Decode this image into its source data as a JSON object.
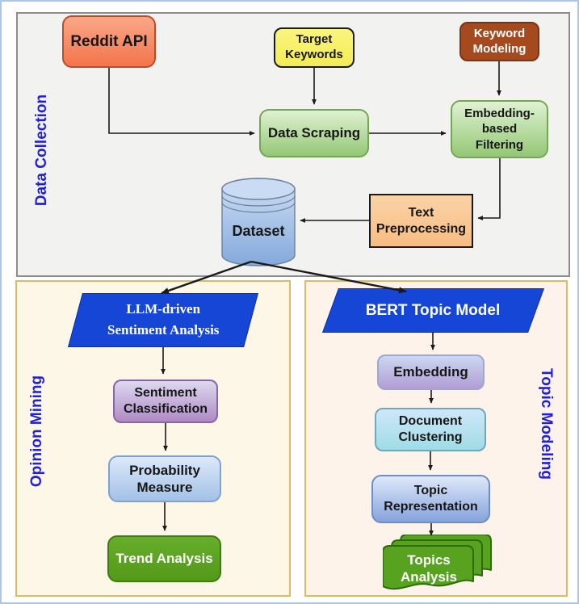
{
  "panels": {
    "data_collection": {
      "label": "Data Collection"
    },
    "opinion_mining": {
      "label": "Opinion Mining"
    },
    "topic_modeling": {
      "label": "Topic Modeling"
    }
  },
  "nodes": {
    "reddit_api": {
      "label": "Reddit API"
    },
    "target_keywords": {
      "label": "Target\nKeywords"
    },
    "keyword_modeling": {
      "label": "Keyword\nModeling"
    },
    "data_scraping": {
      "label": "Data Scraping"
    },
    "embedding_filtering": {
      "label": "Embedding-\nbased\nFiltering"
    },
    "text_preprocessing": {
      "label": "Text\nPreprocessing"
    },
    "dataset": {
      "label": "Dataset"
    },
    "llm_sentiment": {
      "label": "LLM-driven\nSentiment Analysis"
    },
    "sentiment_classification": {
      "label": "Sentiment\nClassification"
    },
    "probability_measure": {
      "label": "Probability\nMeasure"
    },
    "trend_analysis": {
      "label": "Trend Analysis"
    },
    "bert_topic_model": {
      "label": "BERT Topic Model"
    },
    "embedding": {
      "label": "Embedding"
    },
    "document_clustering": {
      "label": "Document\nClustering"
    },
    "topic_representation": {
      "label": "Topic\nRepresentation"
    },
    "topics_analysis": {
      "label": "Topics\nAnalysis"
    }
  },
  "edges": [
    {
      "from": "reddit_api",
      "to": "data_scraping"
    },
    {
      "from": "target_keywords",
      "to": "data_scraping"
    },
    {
      "from": "keyword_modeling",
      "to": "embedding_filtering"
    },
    {
      "from": "data_scraping",
      "to": "embedding_filtering"
    },
    {
      "from": "embedding_filtering",
      "to": "text_preprocessing"
    },
    {
      "from": "text_preprocessing",
      "to": "dataset"
    },
    {
      "from": "dataset",
      "to": "llm_sentiment"
    },
    {
      "from": "dataset",
      "to": "bert_topic_model"
    },
    {
      "from": "llm_sentiment",
      "to": "sentiment_classification"
    },
    {
      "from": "sentiment_classification",
      "to": "probability_measure"
    },
    {
      "from": "probability_measure",
      "to": "trend_analysis"
    },
    {
      "from": "bert_topic_model",
      "to": "embedding"
    },
    {
      "from": "embedding",
      "to": "document_clustering"
    },
    {
      "from": "document_clustering",
      "to": "topic_representation"
    },
    {
      "from": "topic_representation",
      "to": "topics_analysis"
    }
  ],
  "colors": {
    "outer_frame_blue": "#a9c7e9",
    "panel_label_blue": "#1f1fdd",
    "data_collection_bg": "#f2f2f1",
    "mining_panel_bg": "#fdf7e8",
    "modeling_panel_bg": "#fdf3eb",
    "panel_gold_border": "#dcbc62",
    "reddit_orange": "#f3744a",
    "keywords_yellow": "#f3ec55",
    "keyword_modeling_brown": "#a54a1e",
    "process_green": "#94c775",
    "preprocessing_peach": "#f7bd82",
    "dataset_blue": "#8fb3e2",
    "flow_parallelogram_blue": "#1546d6",
    "sentiment_purple": "#b08ac5",
    "probability_blue": "#a3c1e7",
    "trend_green": "#54991a",
    "embedding_mauve": "#b29dd4",
    "clustering_cyan": "#9fdce5",
    "representation_blue": "#85a3dc",
    "topics_docs_green": "#57a21f"
  }
}
